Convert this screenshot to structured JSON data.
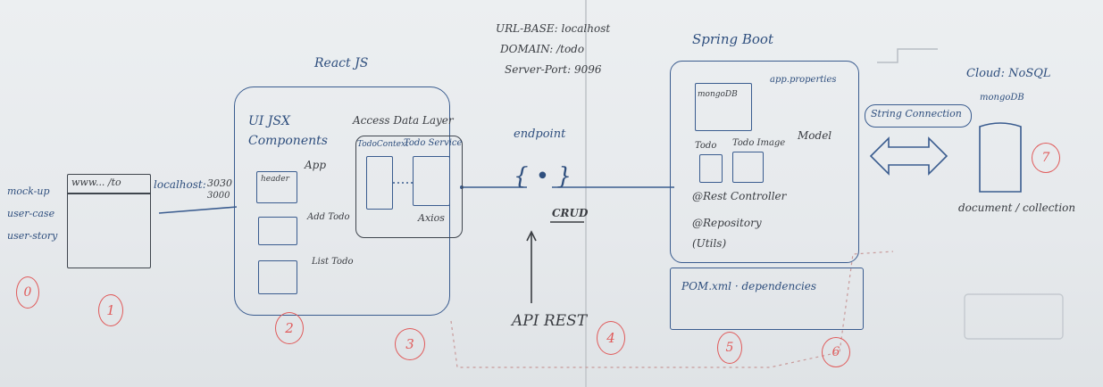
{
  "step_0": {
    "items": [
      "mock-up",
      "user-case",
      "user-story"
    ],
    "number": "0"
  },
  "step_1": {
    "url": "www... /to",
    "number": "1"
  },
  "connection": {
    "host": "localhost:",
    "port_a": "3030",
    "port_b": "3000"
  },
  "react": {
    "title": "React JS",
    "ui_title": "UI JSX",
    "ui_subtitle": "Components",
    "app_label": "App",
    "component_inner": "header",
    "add_label": "Add Todo",
    "list_label": "List Todo",
    "number": "2"
  },
  "data_layer": {
    "title": "Access Data Layer",
    "context": "TodoContext",
    "service": "Todo Service",
    "lib": "Axios",
    "number": "3"
  },
  "endpoint": {
    "label": "endpoint",
    "braces": "{ • }",
    "crud": "CRUD",
    "api": "API REST",
    "number": "4"
  },
  "config": {
    "url_base": "URL-BASE: localhost",
    "domain": "DOMAIN: /todo",
    "server_port": "Server-Port: 9096"
  },
  "spring": {
    "title": "Spring Boot",
    "props": "app.properties",
    "mongo": "mongoDB",
    "todo": "Todo",
    "todo_image": "Todo Image",
    "model": "Model",
    "rest_controller": "@Rest Controller",
    "repository": "@Repository",
    "utils": "(Utils)",
    "pom": "POM.xml · dependencies",
    "number_a": "5",
    "number_b": "6"
  },
  "cloud": {
    "title": "Cloud: NoSQL",
    "db": "mongoDB",
    "conn": "String Connection",
    "doc": "document / collection",
    "number": "7"
  }
}
